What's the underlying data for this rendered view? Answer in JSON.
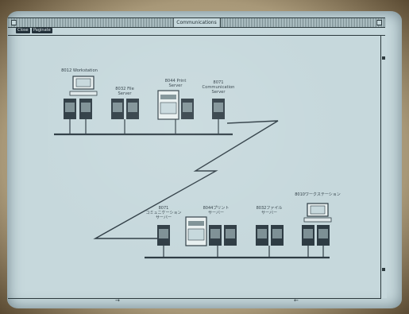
{
  "window": {
    "title": "Communications"
  },
  "menu": {
    "items": [
      "Close",
      "Paginate"
    ]
  },
  "diagram": {
    "nodes_top": [
      {
        "label_lines": [
          "8012 Workstation"
        ]
      },
      {
        "label_lines": [
          "8032 File",
          "Server"
        ]
      },
      {
        "label_lines": [
          "8044 Print",
          "Server"
        ]
      },
      {
        "label_lines": [
          "8071",
          "Communication",
          "Server"
        ]
      }
    ],
    "nodes_bottom": [
      {
        "label_lines": [
          "8071",
          "コミュニケーション",
          "サーバー"
        ]
      },
      {
        "label_lines": [
          "8044プリント",
          "サーバー"
        ]
      },
      {
        "label_lines": [
          "8032ファイル",
          "サーバー"
        ]
      },
      {
        "label_lines": [
          "8010ワークステーション"
        ]
      }
    ]
  },
  "scrollbar": {
    "left_arrow": "→",
    "right_arrow": "←"
  }
}
